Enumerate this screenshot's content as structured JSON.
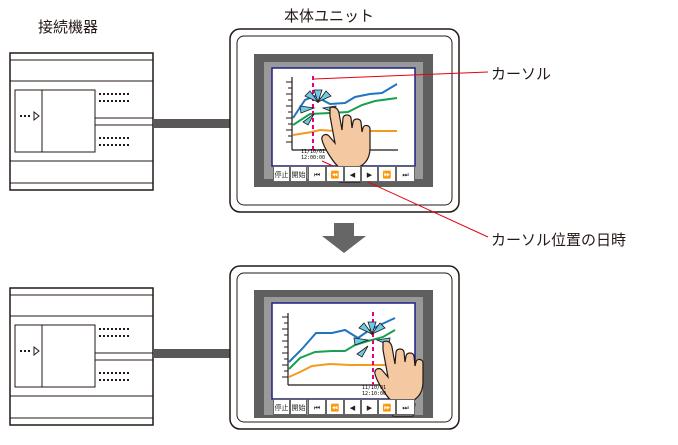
{
  "labels": {
    "device": "接続機器",
    "unit": "本体ユニット",
    "cursor": "カーソル",
    "cursor_datetime": "カーソル位置の日時"
  },
  "toolbar": {
    "stop": "停止",
    "start": "開始",
    "icons": [
      "fast-rewind-icon",
      "rewind-icon",
      "step-back-icon",
      "step-forward-icon",
      "forward-icon",
      "fast-forward-icon"
    ]
  },
  "screens": [
    {
      "date": "11/10/01",
      "time": "12:00:00"
    },
    {
      "date": "11/10/01",
      "time": "12:10:00"
    }
  ],
  "colors": {
    "line_blue": "#1f74c4",
    "line_green": "#17a052",
    "line_orange": "#f39a1f",
    "cursor": "#e4007f",
    "arrow": "#666666",
    "leader": "#e60012",
    "bezel": "#5f5f5f"
  }
}
